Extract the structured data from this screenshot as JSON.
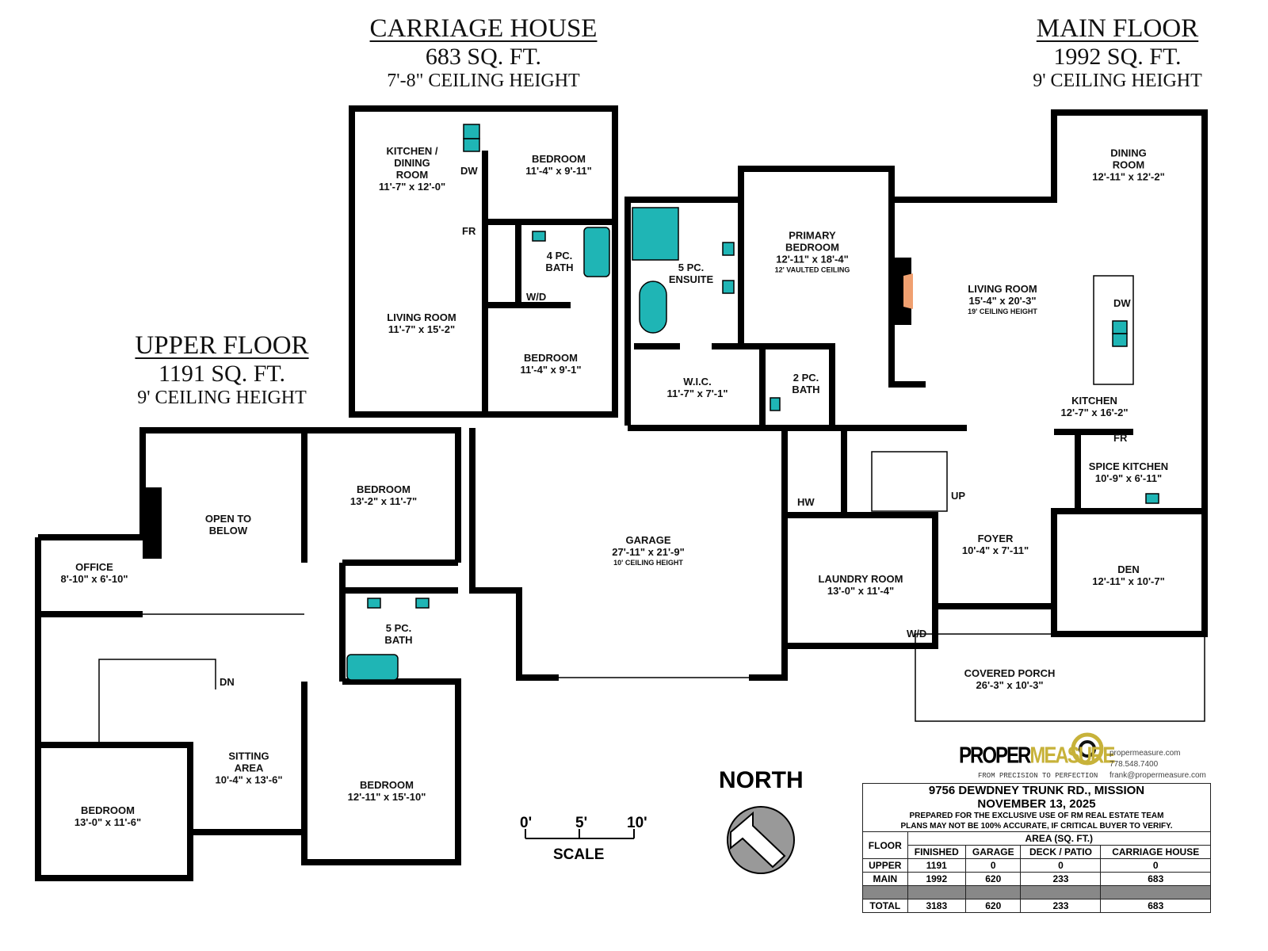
{
  "headers": {
    "carriage": {
      "title": "CARRIAGE HOUSE",
      "area": "683 SQ. FT.",
      "ceiling": "7'-8\" CEILING HEIGHT"
    },
    "main": {
      "title": "MAIN FLOOR",
      "area": "1992 SQ. FT.",
      "ceiling": "9' CEILING HEIGHT"
    },
    "upper": {
      "title": "UPPER FLOOR",
      "area": "1191 SQ. FT.",
      "ceiling": "9' CEILING HEIGHT"
    }
  },
  "rooms": [
    {
      "name": "KITCHEN / DINING ROOM",
      "lines": [
        "KITCHEN /",
        "DINING",
        "ROOM"
      ],
      "dims": "11'-7\" x 12'-0\""
    },
    {
      "name": "BEDROOM",
      "dims": "11'-4\" x 9'-11\""
    },
    {
      "name": "4 PC. BATH",
      "lines": [
        "4 PC.",
        "BATH"
      ]
    },
    {
      "name": "LIVING ROOM",
      "dims": "11'-7\" x 15'-2\""
    },
    {
      "name": "BEDROOM",
      "dims": "11'-4\" x 9'-1\""
    },
    {
      "name": "5 PC. ENSUITE",
      "lines": [
        "5 PC.",
        "ENSUITE"
      ]
    },
    {
      "name": "PRIMARY BEDROOM",
      "lines": [
        "PRIMARY",
        "BEDROOM"
      ],
      "dims": "12'-11\" x 18'-4\"",
      "note": "12' VAULTED CEILING"
    },
    {
      "name": "W.I.C.",
      "dims": "11'-7\" x 7'-1\""
    },
    {
      "name": "2 PC. BATH",
      "lines": [
        "2 PC.",
        "BATH"
      ]
    },
    {
      "name": "LIVING ROOM",
      "dims": "15'-4\" x 20'-3\"",
      "note": "19' CEILING HEIGHT"
    },
    {
      "name": "DINING ROOM",
      "lines": [
        "DINING",
        "ROOM"
      ],
      "dims": "12'-11\" x 12'-2\""
    },
    {
      "name": "KITCHEN",
      "dims": "12'-7\" x 16'-2\""
    },
    {
      "name": "SPICE KITCHEN",
      "dims": "10'-9\" x 6'-11\""
    },
    {
      "name": "GARAGE",
      "dims": "27'-11\" x 21'-9\"",
      "note": "10' CEILING HEIGHT"
    },
    {
      "name": "FOYER",
      "dims": "10'-4\" x 7'-11\""
    },
    {
      "name": "DEN",
      "dims": "12'-11\" x 10'-7\""
    },
    {
      "name": "LAUNDRY ROOM",
      "dims": "13'-0\" x 11'-4\""
    },
    {
      "name": "COVERED PORCH",
      "dims": "26'-3\" x 10'-3\""
    },
    {
      "name": "OPEN TO BELOW",
      "lines": [
        "OPEN TO",
        "BELOW"
      ]
    },
    {
      "name": "BEDROOM",
      "dims": "13'-2\" x 11'-7\""
    },
    {
      "name": "OFFICE",
      "dims": "8'-10\" x 6'-10\""
    },
    {
      "name": "5 PC. BATH",
      "lines": [
        "5 PC.",
        "BATH"
      ]
    },
    {
      "name": "SITTING AREA",
      "lines": [
        "SITTING",
        "AREA"
      ],
      "dims": "10'-4\" x 13'-6\""
    },
    {
      "name": "BEDROOM",
      "dims": "12'-11\" x 15'-10\""
    },
    {
      "name": "BEDROOM",
      "dims": "13'-0\" x 11'-6\""
    }
  ],
  "fixtures": {
    "dw": "DW",
    "fr": "FR",
    "wd": "W/D",
    "hw": "HW",
    "up": "UP",
    "dn": "DN"
  },
  "north": "NORTH",
  "scale": {
    "ticks": [
      "0'",
      "5'",
      "10'"
    ],
    "label": "SCALE"
  },
  "logo": {
    "brand_a": "PROPER",
    "brand_b": "MEASURE",
    "tagline": "FROM PRECISION TO PERFECTION",
    "website": "propermeasure.com",
    "phone": "778.548.7400",
    "email": "frank@propermeasure.com"
  },
  "summary": {
    "address": "9756 DEWDNEY TRUNK RD., MISSION",
    "date": "NOVEMBER 13, 2025",
    "prepared": "PREPARED FOR THE EXCLUSIVE USE OF RM REAL ESTATE TEAM",
    "disclaimer": "PLANS MAY NOT BE 100% ACCURATE, IF CRITICAL BUYER TO VERIFY.",
    "floor_header": "FLOOR",
    "area_header": "AREA (SQ. FT.)",
    "columns": [
      "FINISHED",
      "GARAGE",
      "DECK / PATIO",
      "CARRIAGE HOUSE"
    ],
    "rows": [
      {
        "floor": "UPPER",
        "values": [
          "1191",
          "0",
          "0",
          "0"
        ]
      },
      {
        "floor": "MAIN",
        "values": [
          "1992",
          "620",
          "233",
          "683"
        ]
      },
      {
        "floor": "TOTAL",
        "values": [
          "3183",
          "620",
          "233",
          "683"
        ]
      }
    ]
  },
  "colors": {
    "wall": "#000000",
    "fixture": "#1fb5b5",
    "fireplace": "#f0a070",
    "logo_gold": "#c7b23a",
    "table_shade": "#888888"
  }
}
